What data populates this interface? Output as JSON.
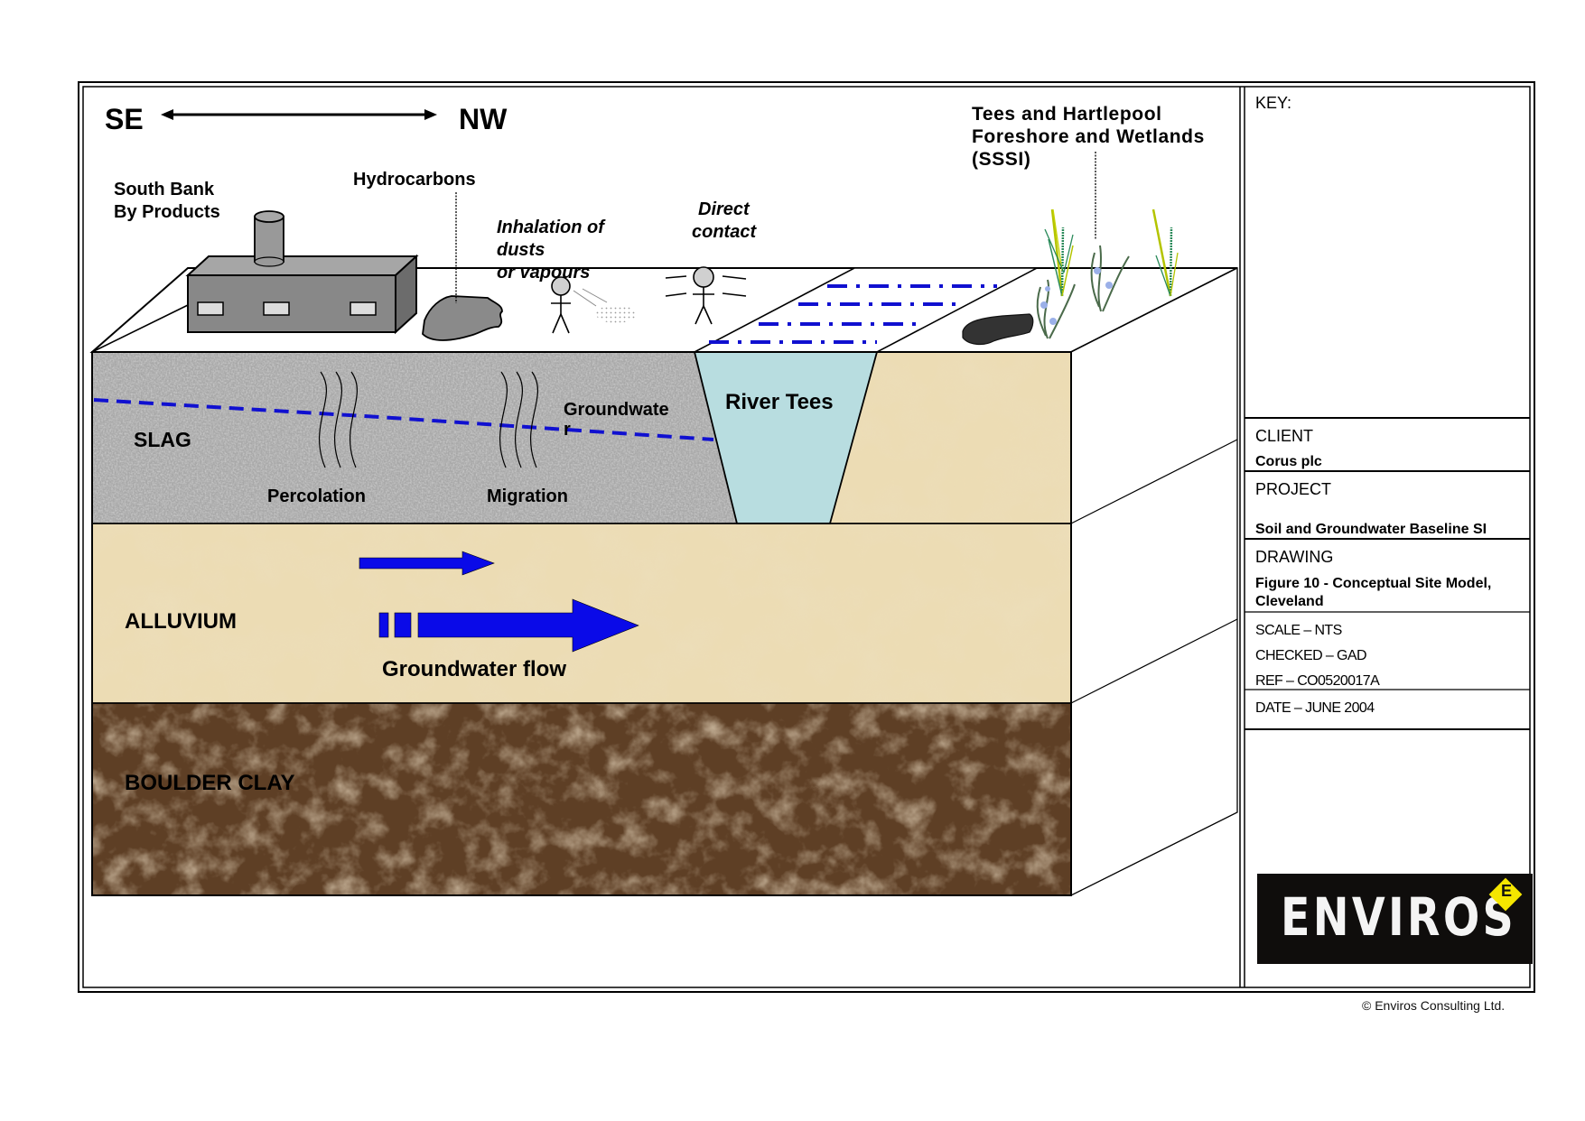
{
  "diagram": {
    "orientation": {
      "left": "SE",
      "right": "NW"
    },
    "labels": {
      "source_site": [
        "South Bank",
        "By Products"
      ],
      "hydrocarbons": "Hydrocarbons",
      "inhalation": [
        "Inhalation of",
        "dusts",
        "or vapours"
      ],
      "direct_contact": [
        "Direct",
        "contact"
      ],
      "receptor_sssi": [
        "Tees and Hartlepool",
        "Foreshore and Wetlands",
        "(SSSI)"
      ],
      "river": "River Tees",
      "groundwater": [
        "Groundwate",
        "r"
      ],
      "percolation": "Percolation",
      "migration": "Migration",
      "groundwater_flow": "Groundwater flow"
    },
    "layers": [
      {
        "name": "SLAG",
        "color": "#a8a8a8"
      },
      {
        "name": "ALLUVIUM",
        "color": "#ecdcb4"
      },
      {
        "name": "BOULDER CLAY",
        "color": "#5e3f25"
      }
    ],
    "colors": {
      "water_table": "#1010d0",
      "flow_arrow": "#0a0ae8",
      "river": "#b8dde0",
      "factory": "#8a8a8a"
    }
  },
  "title_block": {
    "key_label": "KEY:",
    "client_label": "CLIENT",
    "client_value": "Corus plc",
    "project_label": "PROJECT",
    "project_value": "Soil and Groundwater Baseline SI",
    "drawing_label": "DRAWING",
    "drawing_value_line1": "Figure 10 - Conceptual Site Model,",
    "drawing_value_line2": "Cleveland",
    "scale": "SCALE – NTS",
    "checked": "CHECKED – GAD",
    "ref": "REF – CO0520017A",
    "date": "DATE – JUNE 2004"
  },
  "logo": {
    "text": "ENVIROS",
    "badge": "E",
    "badge_color": "#f5e600"
  },
  "footer": {
    "copyright": "© Enviros Consulting Ltd."
  }
}
